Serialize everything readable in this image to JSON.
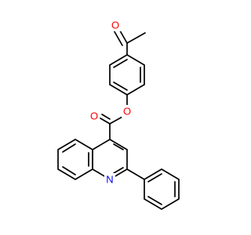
{
  "molecule": {
    "atoms": [
      {
        "id": "O_ketone",
        "symbol": "O",
        "color": "#ff0000"
      },
      {
        "id": "O_ester_link",
        "symbol": "O",
        "color": "#ff0000"
      },
      {
        "id": "O_carbonyl",
        "symbol": "O",
        "color": "#ff0000"
      },
      {
        "id": "N_quinoline",
        "symbol": "N",
        "color": "#0000ff"
      }
    ]
  }
}
